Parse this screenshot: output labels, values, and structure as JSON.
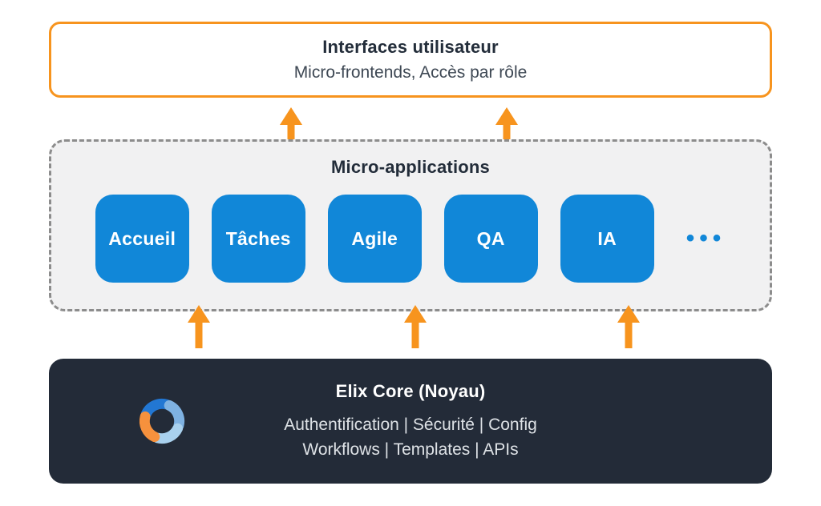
{
  "diagram": {
    "ui_layer": {
      "title": "Interfaces utilisateur",
      "subtitle": "Micro-frontends, Accès par rôle"
    },
    "apps_layer": {
      "title": "Micro-applications",
      "apps": [
        "Accueil",
        "Tâches",
        "Agile",
        "QA",
        "IA"
      ],
      "more_indicator": "•••"
    },
    "core_layer": {
      "title": "Elix Core (Noyau)",
      "features_line1": "Authentification | Sécurité | Config",
      "features_line2": "Workflows | Templates | APIs",
      "logo": "elix-swirl-logo"
    },
    "colors": {
      "accent_orange": "#F7941E",
      "app_blue": "#1187D8",
      "core_navy": "#232B38",
      "panel_gray": "#F1F1F2",
      "dash_gray": "#8C8C8C",
      "heading_navy": "#232D3A",
      "subtitle_gray": "#3E4854",
      "core_text_gray": "#DEE2E6",
      "logo_blue_dark": "#2277D3",
      "logo_blue_medium": "#7FB2E2",
      "logo_blue_light": "#A9D1EE",
      "logo_orange": "#F6913D"
    }
  }
}
